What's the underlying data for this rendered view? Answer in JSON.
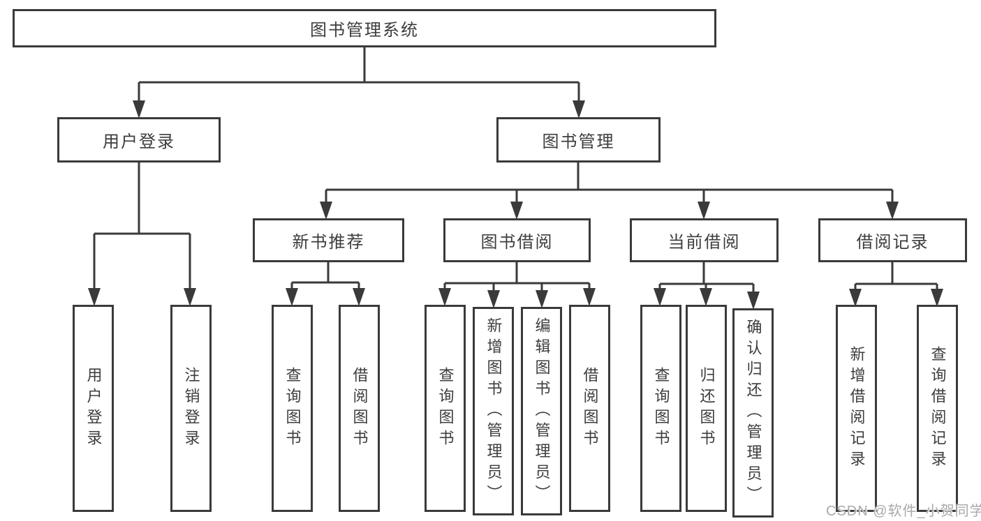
{
  "colors": {
    "line": "#3a3a3a",
    "text": "#3d3d3d",
    "watermark_text": "#a9a9a9",
    "background": "#ffffff"
  },
  "tree": {
    "root": "图书管理系统",
    "branches": [
      {
        "label": "用户登录",
        "children": [
          "用户登录",
          "注销登录"
        ]
      },
      {
        "label": "图书管理",
        "children": [
          {
            "label": "新书推荐",
            "children": [
              "查询图书",
              "借阅图书"
            ]
          },
          {
            "label": "图书借阅",
            "children": [
              "查询图书",
              "新增图书（管理员）",
              "编辑图书（管理员）",
              "借阅图书"
            ]
          },
          {
            "label": "当前借阅",
            "children": [
              "查询图书",
              "归还图书",
              "确认归还（管理员）"
            ]
          },
          {
            "label": "借阅记录",
            "children": [
              "新增借阅记录",
              "查询借阅记录"
            ]
          }
        ]
      }
    ]
  },
  "watermark": "CSDN @软件_小贺同学"
}
